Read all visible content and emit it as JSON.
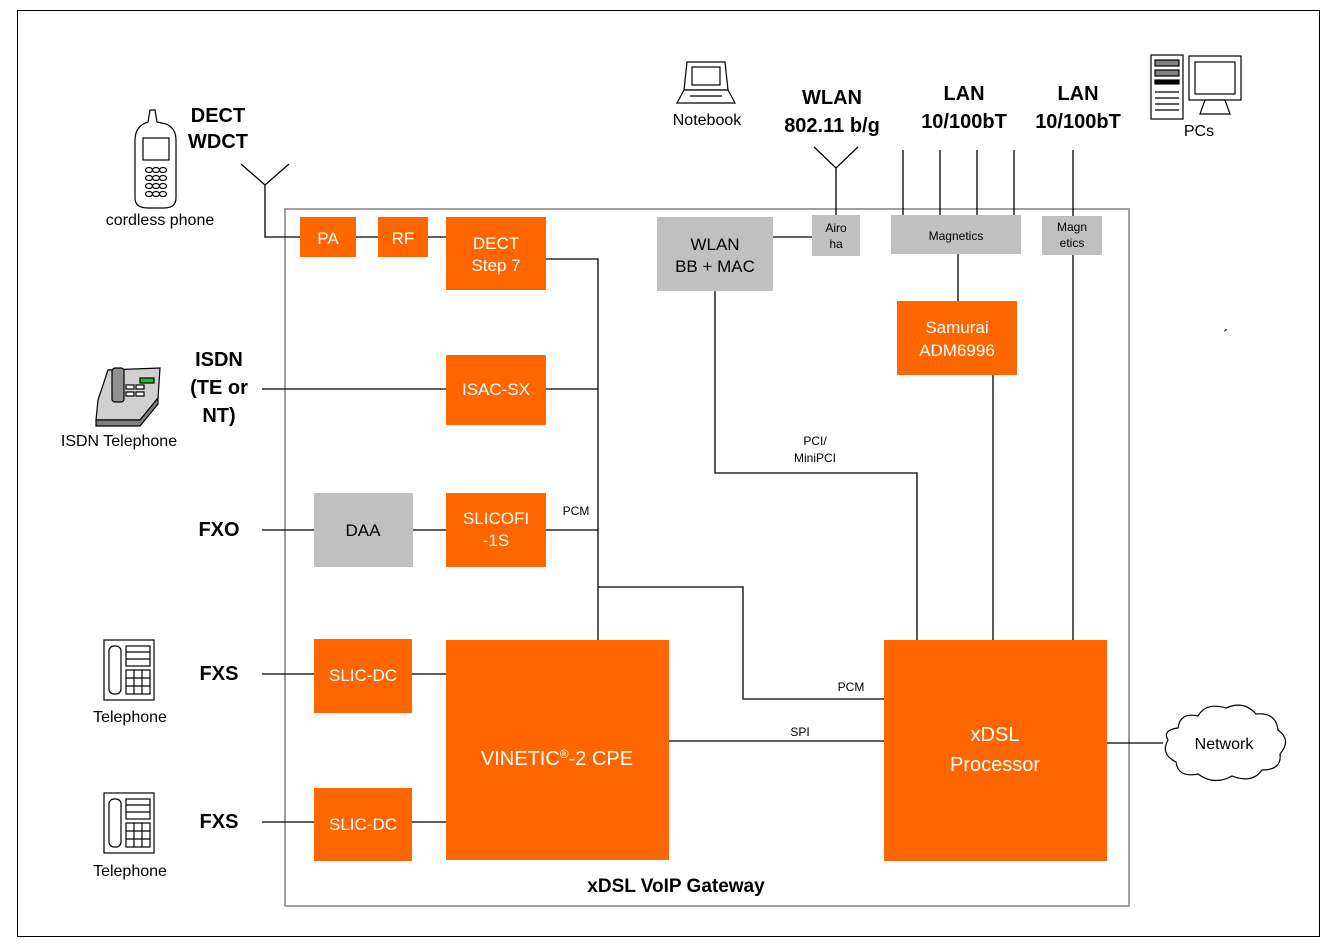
{
  "gateway_title": "xDSL VoIP Gateway",
  "colors": {
    "orange": "#ff6600",
    "gray": "#c0c0c0",
    "line": "#000000"
  },
  "blocks": {
    "pa": "PA",
    "rf": "RF",
    "dect_step7": [
      "DECT",
      "Step 7"
    ],
    "wlan_bb_mac": [
      "WLAN",
      "BB + MAC"
    ],
    "airoha": [
      "Airo",
      "ha"
    ],
    "magnetics": "Magnetics",
    "magnetics_small": [
      "Magn",
      "etics"
    ],
    "samurai": [
      "Samurai",
      "ADM6996"
    ],
    "isac_sx": "ISAC-SX",
    "daa": "DAA",
    "slicofi": [
      "SLICOFI",
      "-1S"
    ],
    "slic_dc_1": "SLIC-DC",
    "slic_dc_2": "SLIC-DC",
    "vinetic": "VINETIC",
    "vinetic_reg": "®",
    "vinetic_suffix": "-2 CPE",
    "xdsl": [
      "xDSL",
      "Processor"
    ]
  },
  "interfaces": {
    "dect": [
      "DECT",
      "WDCT"
    ],
    "isdn": [
      "ISDN",
      "(TE or",
      "NT)"
    ],
    "fxo": "FXO",
    "fxs_1": "FXS",
    "fxs_2": "FXS",
    "wlan": [
      "WLAN",
      "802.11 b/g"
    ],
    "lan_1": [
      "LAN",
      "10/100bT"
    ],
    "lan_2": [
      "LAN",
      "10/100bT"
    ]
  },
  "bus_labels": {
    "pcm_1": "PCM",
    "pcm_2": "PCM",
    "spi": "SPI",
    "pci": [
      "PCI/",
      "MiniPCI"
    ]
  },
  "devices": {
    "cordless_phone": "cordless phone",
    "isdn_telephone": "ISDN Telephone",
    "telephone_1": "Telephone",
    "telephone_2": "Telephone",
    "notebook": "Notebook",
    "pcs": "PCs",
    "network": "Network"
  },
  "stray_mark": "´",
  "icons": [
    "cordless-phone-icon",
    "isdn-telephone-icon",
    "telephone-icon",
    "notebook-icon",
    "pc-icon",
    "cloud-icon",
    "antenna-icon"
  ]
}
